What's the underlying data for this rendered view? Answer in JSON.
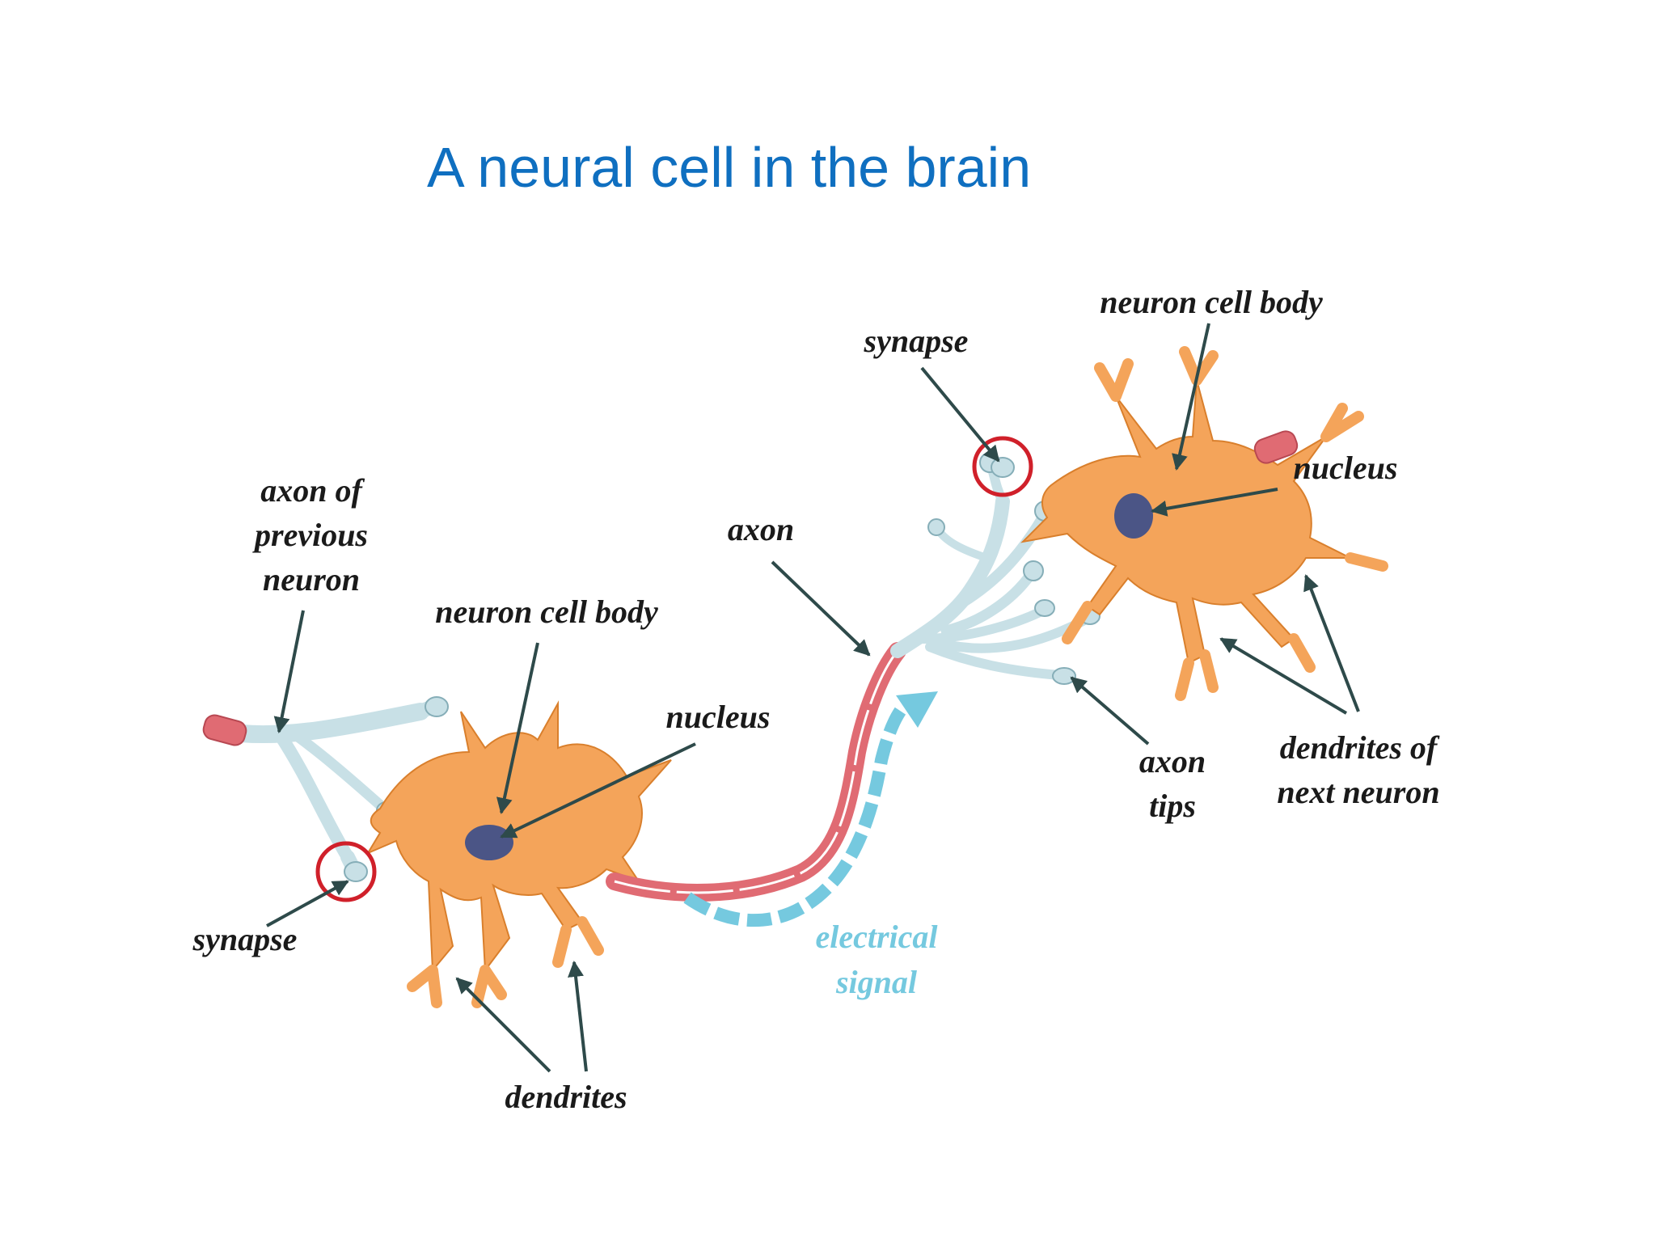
{
  "slide": {
    "title": "A neural cell in the brain"
  },
  "colors": {
    "title": "#0f6fc0",
    "cell_body": "#f4a45a",
    "cell_body_edge": "#d97f2c",
    "nucleus": "#4b5586",
    "axon_terminal": "#c8e0e6",
    "axon_terminal_edge": "#86aeb8",
    "myelin": "#e06b73",
    "myelin_edge": "#b84852",
    "synapse_ring": "#d0202a",
    "signal": "#75c9df",
    "label": "#1a1a1a",
    "pointer": "#2e4a4a"
  },
  "labels": {
    "axon_prev_line1": "axon of",
    "axon_prev_line2": "previous",
    "axon_prev_line3": "neuron",
    "cell_body_left": "neuron cell body",
    "nucleus_left": "nucleus",
    "synapse_left": "synapse",
    "dendrites_left": "dendrites",
    "axon": "axon",
    "signal_line1": "electrical",
    "signal_line2": "signal",
    "synapse_right": "synapse",
    "cell_body_right": "neuron cell body",
    "nucleus_right": "nucleus",
    "axon_tips_line1": "axon",
    "axon_tips_line2": "tips",
    "dendrites_next_line1": "dendrites of",
    "dendrites_next_line2": "next neuron"
  }
}
